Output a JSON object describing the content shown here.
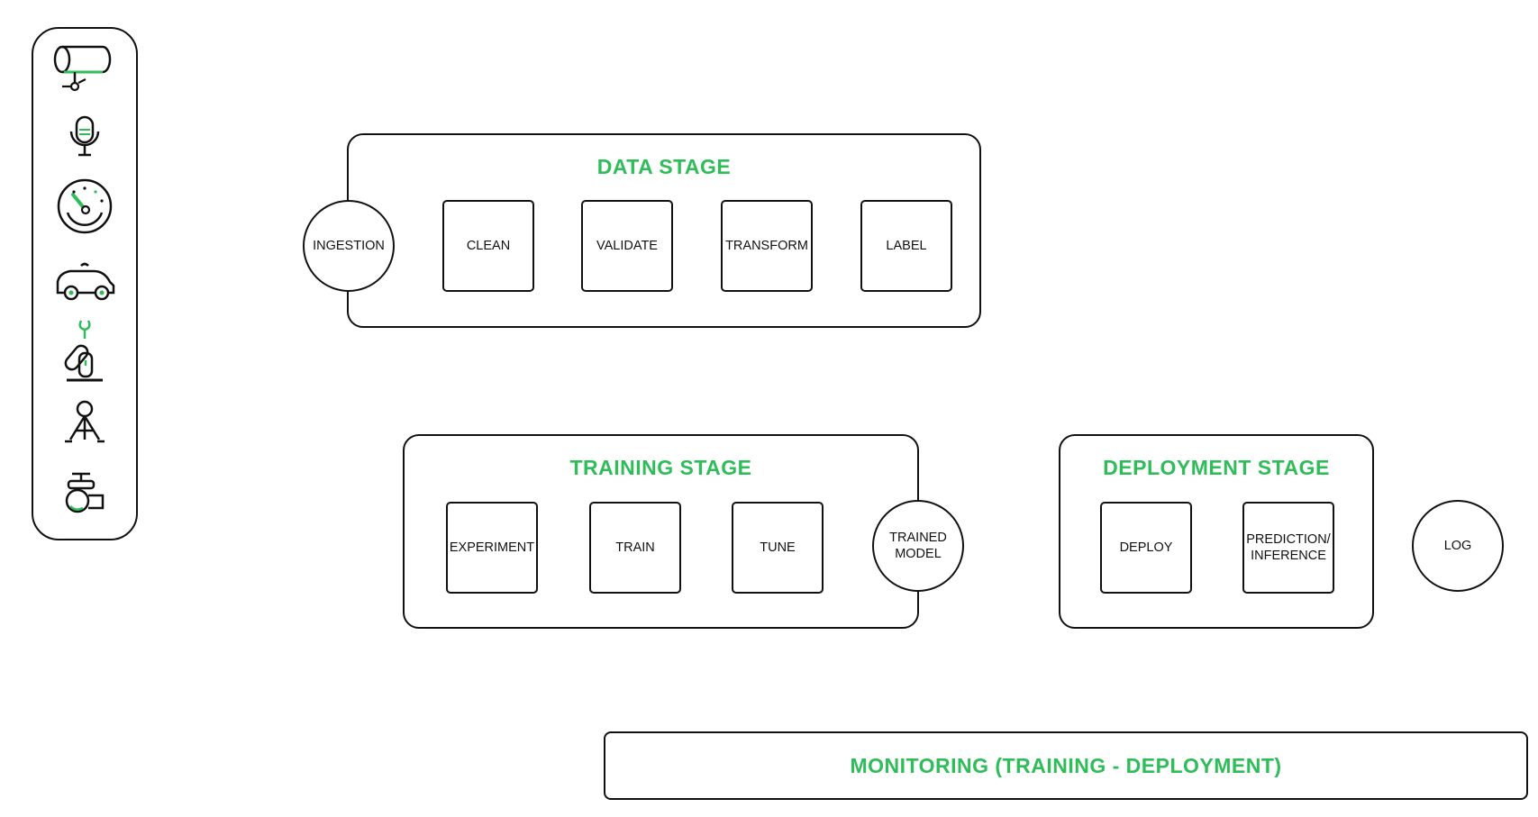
{
  "accent_color": "#2ebd59",
  "toolbar": {
    "icons": [
      "pipe-icon",
      "microphone-icon",
      "gauge-icon",
      "autonomous-car-icon",
      "robot-arm-icon",
      "survey-tripod-icon",
      "valve-icon"
    ]
  },
  "data_stage": {
    "title": "DATA STAGE",
    "entry": "INGESTION",
    "steps": [
      "CLEAN",
      "VALIDATE",
      "TRANSFORM",
      "LABEL"
    ]
  },
  "training_stage": {
    "title": "TRAINING STAGE",
    "steps": [
      "EXPERIMENT",
      "TRAIN",
      "TUNE"
    ],
    "output": "TRAINED\nMODEL"
  },
  "deployment_stage": {
    "title": "DEPLOYMENT STAGE",
    "steps": [
      "DEPLOY",
      "PREDICTION/\nINFERENCE"
    ]
  },
  "log": "LOG",
  "monitoring": "MONITORING (TRAINING - DEPLOYMENT)"
}
